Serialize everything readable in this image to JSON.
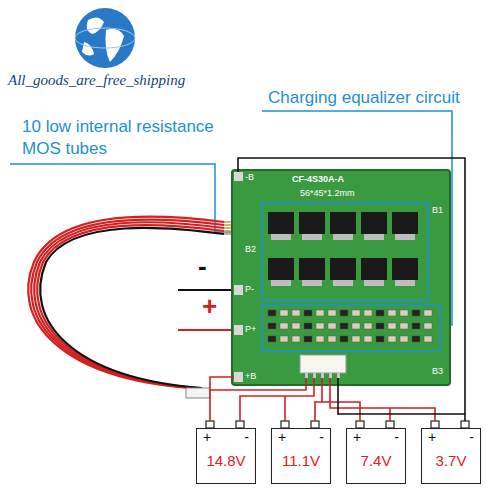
{
  "diagram": {
    "nodes": [
      {
        "text": [
          "+",
          "-",
          "14.8V"
        ]
      },
      {
        "text": [
          "+",
          "-",
          "11.1V"
        ]
      },
      {
        "text": [
          "+",
          "-",
          "7.4V"
        ]
      },
      {
        "text": [
          "+",
          "-",
          "3.7V"
        ]
      }
    ],
    "labels": [
      "All_goods_are_free_shipping",
      "10 low internal resistance MOS tubes",
      "Charging equalizer circuit",
      "-B",
      "CF-4S30A-A",
      "56*45*1.2mm",
      "B1",
      "B2",
      "-",
      "P-",
      "+",
      "P+",
      "+B",
      "B3"
    ]
  }
}
